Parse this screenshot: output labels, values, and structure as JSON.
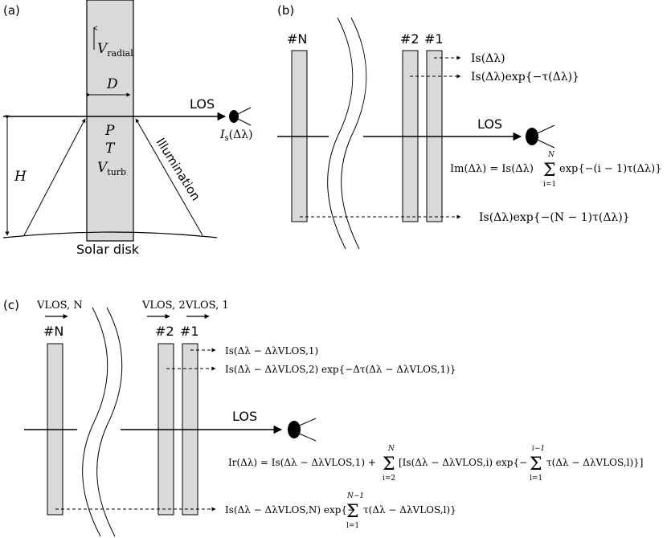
{
  "panel_a": {
    "label": "(a)",
    "v_radial": {
      "main": "V",
      "sub": "radial"
    },
    "d": "D",
    "los": "LOS",
    "is_label": {
      "main": "I",
      "sub": "s",
      "arg": "(Δλ)"
    },
    "p": "P",
    "t": "T",
    "v_turb": {
      "main": "V",
      "sub": "turb"
    },
    "h": "H",
    "illumination": "Illumination",
    "solar_disk": "Solar disk"
  },
  "panel_b": {
    "label": "(b)",
    "slab_n": "#N",
    "slab_2": "#2",
    "slab_1": "#1",
    "los": "LOS",
    "eq1": "Is(Δλ)",
    "eq2": "Is(Δλ)exp{−τ(Δλ)}",
    "eq_main_lhs": "Im(Δλ) = Is(Δλ)",
    "sum_top": "N",
    "sum_bottom": "i=1",
    "eq_main_rhs": "exp{−(i − 1)τ(Δλ)}",
    "eq_bottom": "Is(Δλ)exp{−(N − 1)τ(Δλ)}"
  },
  "panel_c": {
    "label": "(c)",
    "v_los_n": "VLOS, N",
    "v_los_2": "VLOS, 2",
    "v_los_1": "VLOS, 1",
    "slab_n": "#N",
    "slab_2": "#2",
    "slab_1": "#1",
    "los": "LOS",
    "eq1": "Is(Δλ − ΔλVLOS,1)",
    "eq2": "Is(Δλ − ΔλVLOS,2) exp{−Δτ(Δλ − ΔλVLOS,1)}",
    "eq_main_lhs": "Ir(Δλ) = Is(Δλ − ΔλVLOS,1) +",
    "sum1_top": "N",
    "sum1_bottom": "i=2",
    "eq_main_mid": "[Is(Δλ − ΔλVLOS,i) exp{−",
    "sum2_top": "i−1",
    "sum2_bottom": "l=1",
    "eq_main_rhs": "τ(Δλ − ΔλVLOS,l)}]",
    "eq_bottom_lhs": "Is(Δλ − ΔλVLOS,N) exp{−",
    "sum3_top": "N−1",
    "sum3_bottom": "l=1",
    "eq_bottom_rhs": "τ(Δλ − ΔλVLOS,l)}"
  }
}
